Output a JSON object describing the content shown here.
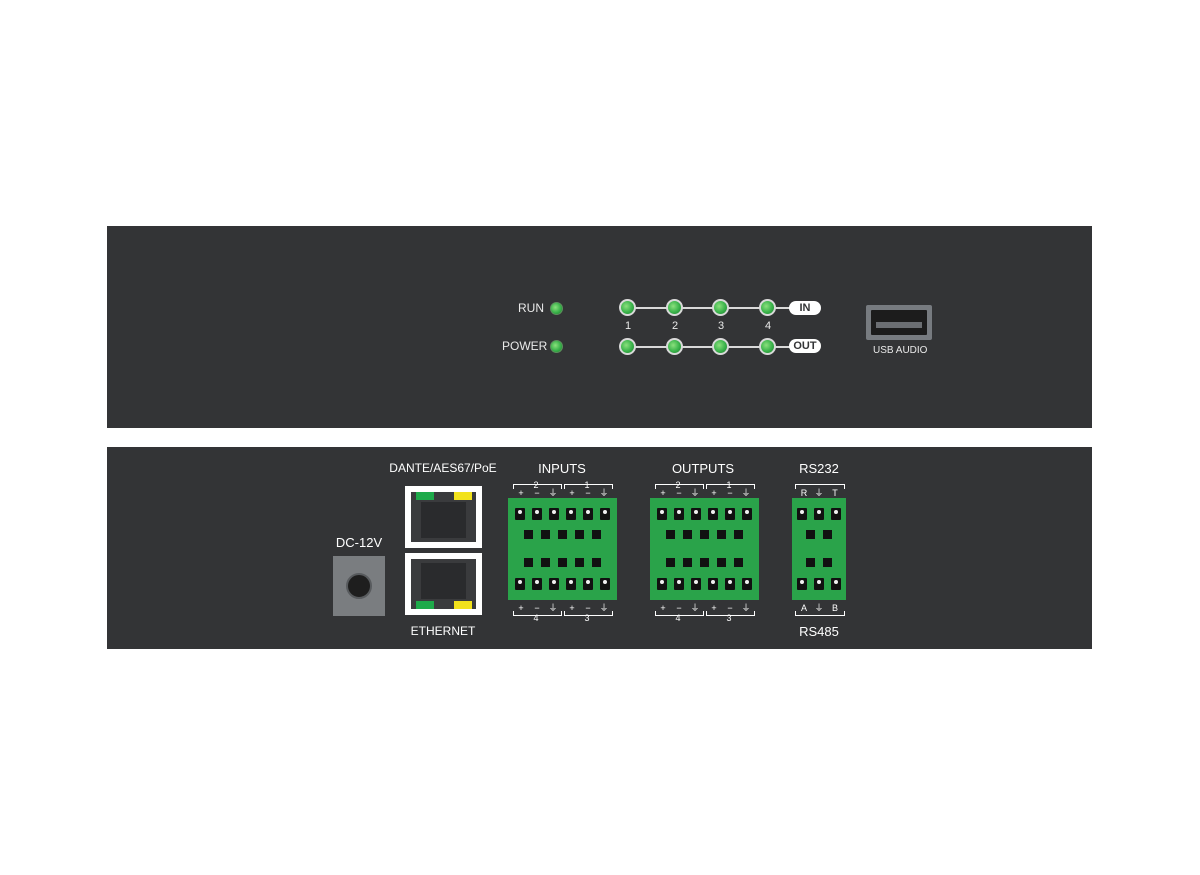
{
  "front": {
    "run_label": "RUN",
    "power_label": "POWER",
    "in_label": "IN",
    "out_label": "OUT",
    "channels": [
      "1",
      "2",
      "3",
      "4"
    ],
    "usb_label": "USB AUDIO"
  },
  "rear": {
    "dc_label": "DC-12V",
    "dante_label": "DANTE/AES67/PoE",
    "ethernet_label": "ETHERNET",
    "inputs_label": "INPUTS",
    "outputs_label": "OUTPUTS",
    "rs232_label": "RS232",
    "rs485_label": "RS485",
    "top_pins": [
      "+",
      "−",
      "⏚",
      "+",
      "−",
      "⏚"
    ],
    "top_channel_left": "2",
    "top_channel_right": "1",
    "bottom_pins": [
      "+",
      "−",
      "⏚",
      "+",
      "−",
      "⏚"
    ],
    "bottom_channel_left": "4",
    "bottom_channel_right": "3",
    "rs232_pins": [
      "R",
      "⏚",
      "T"
    ],
    "rs485_pins": [
      "A",
      "⏚",
      "B"
    ]
  },
  "colors": {
    "panel": "#333436",
    "led_green": "#39b24a",
    "terminal_green": "#2aa34a",
    "rj_led_green": "#1eaa4a",
    "rj_led_yellow": "#f2e21c"
  }
}
